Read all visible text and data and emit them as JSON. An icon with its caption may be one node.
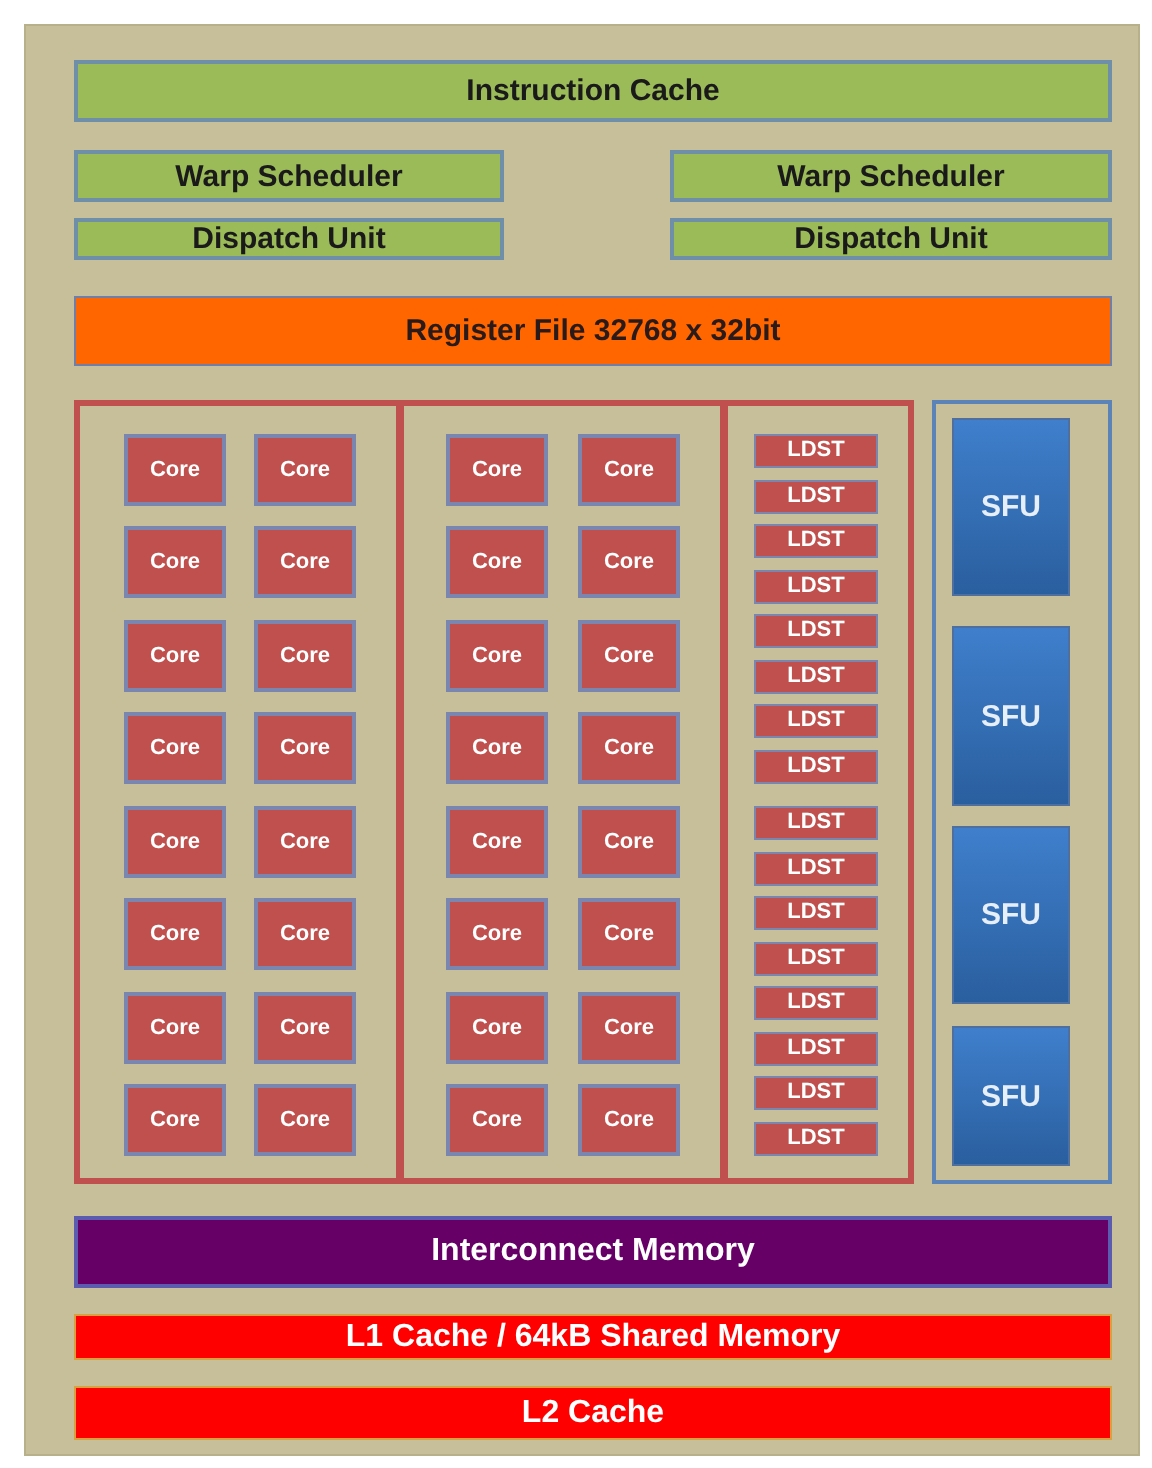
{
  "diagram": {
    "nodes": [
      {
        "text": [],
        "shape": "box"
      },
      {
        "text": [
          "Instruction Cache"
        ],
        "in": 0
      },
      {
        "text": [
          "Warp Scheduler"
        ],
        "in": 0
      },
      {
        "text": [
          "Warp Scheduler"
        ],
        "in": 0
      },
      {
        "text": [
          "Dispatch Unit"
        ],
        "in": 0
      },
      {
        "text": [
          "Dispatch Unit"
        ],
        "in": 0
      },
      {
        "text": [
          "Register File 32768 x 32bit"
        ],
        "in": 0
      },
      {
        "text": [],
        "shape": "box",
        "in": 0
      },
      {
        "text": [
          "Core"
        ],
        "in": 7
      },
      {
        "text": [
          "Core"
        ],
        "in": 7
      },
      {
        "text": [
          "Core"
        ],
        "in": 7
      },
      {
        "text": [
          "Core"
        ],
        "in": 7
      },
      {
        "text": [
          "Core"
        ],
        "in": 7
      },
      {
        "text": [
          "Core"
        ],
        "in": 7
      },
      {
        "text": [
          "Core"
        ],
        "in": 7
      },
      {
        "text": [
          "Core"
        ],
        "in": 7
      },
      {
        "text": [
          "Core"
        ],
        "in": 7
      },
      {
        "text": [
          "Core"
        ],
        "in": 7
      },
      {
        "text": [
          "Core"
        ],
        "in": 7
      },
      {
        "text": [
          "Core"
        ],
        "in": 7
      },
      {
        "text": [
          "Core"
        ],
        "in": 7
      },
      {
        "text": [
          "Core"
        ],
        "in": 7
      },
      {
        "text": [
          "Core"
        ],
        "in": 7
      },
      {
        "text": [
          "Core"
        ],
        "in": 7
      },
      {
        "text": [],
        "shape": "box",
        "in": 0
      },
      {
        "text": [
          "Core"
        ],
        "in": 24
      },
      {
        "text": [
          "Core"
        ],
        "in": 24
      },
      {
        "text": [
          "Core"
        ],
        "in": 24
      },
      {
        "text": [
          "Core"
        ],
        "in": 24
      },
      {
        "text": [
          "Core"
        ],
        "in": 24
      },
      {
        "text": [
          "Core"
        ],
        "in": 24
      },
      {
        "text": [
          "Core"
        ],
        "in": 24
      },
      {
        "text": [
          "Core"
        ],
        "in": 24
      },
      {
        "text": [
          "Core"
        ],
        "in": 24
      },
      {
        "text": [
          "Core"
        ],
        "in": 24
      },
      {
        "text": [
          "Core"
        ],
        "in": 24
      },
      {
        "text": [
          "Core"
        ],
        "in": 24
      },
      {
        "text": [
          "Core"
        ],
        "in": 24
      },
      {
        "text": [
          "Core"
        ],
        "in": 24
      },
      {
        "text": [
          "Core"
        ],
        "in": 24
      },
      {
        "text": [
          "Core"
        ],
        "in": 24
      },
      {
        "text": [],
        "shape": "box",
        "in": 0
      },
      {
        "text": [
          "LDST"
        ],
        "in": 41
      },
      {
        "text": [
          "LDST"
        ],
        "in": 41
      },
      {
        "text": [
          "LDST"
        ],
        "in": 41
      },
      {
        "text": [
          "LDST"
        ],
        "in": 41
      },
      {
        "text": [
          "LDST"
        ],
        "in": 41
      },
      {
        "text": [
          "LDST"
        ],
        "in": 41
      },
      {
        "text": [
          "LDST"
        ],
        "in": 41
      },
      {
        "text": [
          "LDST"
        ],
        "in": 41
      },
      {
        "text": [
          "LDST"
        ],
        "in": 41
      },
      {
        "text": [
          "LDST"
        ],
        "in": 41
      },
      {
        "text": [
          "LDST"
        ],
        "in": 41
      },
      {
        "text": [
          "LDST"
        ],
        "in": 41
      },
      {
        "text": [
          "LDST"
        ],
        "in": 41
      },
      {
        "text": [
          "LDST"
        ],
        "in": 41
      },
      {
        "text": [
          "LDST"
        ],
        "in": 41
      },
      {
        "text": [
          "LDST"
        ],
        "in": 41
      },
      {
        "text": [],
        "shape": "box",
        "in": 0
      },
      {
        "text": [
          "SFU"
        ],
        "in": 58
      },
      {
        "text": [
          "SFU"
        ],
        "in": 58
      },
      {
        "text": [
          "SFU"
        ],
        "in": 58
      },
      {
        "text": [
          "SFU"
        ],
        "in": 58
      },
      {
        "text": [
          "Interconnect Memory"
        ],
        "in": 0
      },
      {
        "text": [
          "L1 Cache / 64kB Shared Memory"
        ],
        "in": 0
      },
      {
        "text": [
          "L2 Cache"
        ],
        "in": 0
      }
    ]
  }
}
